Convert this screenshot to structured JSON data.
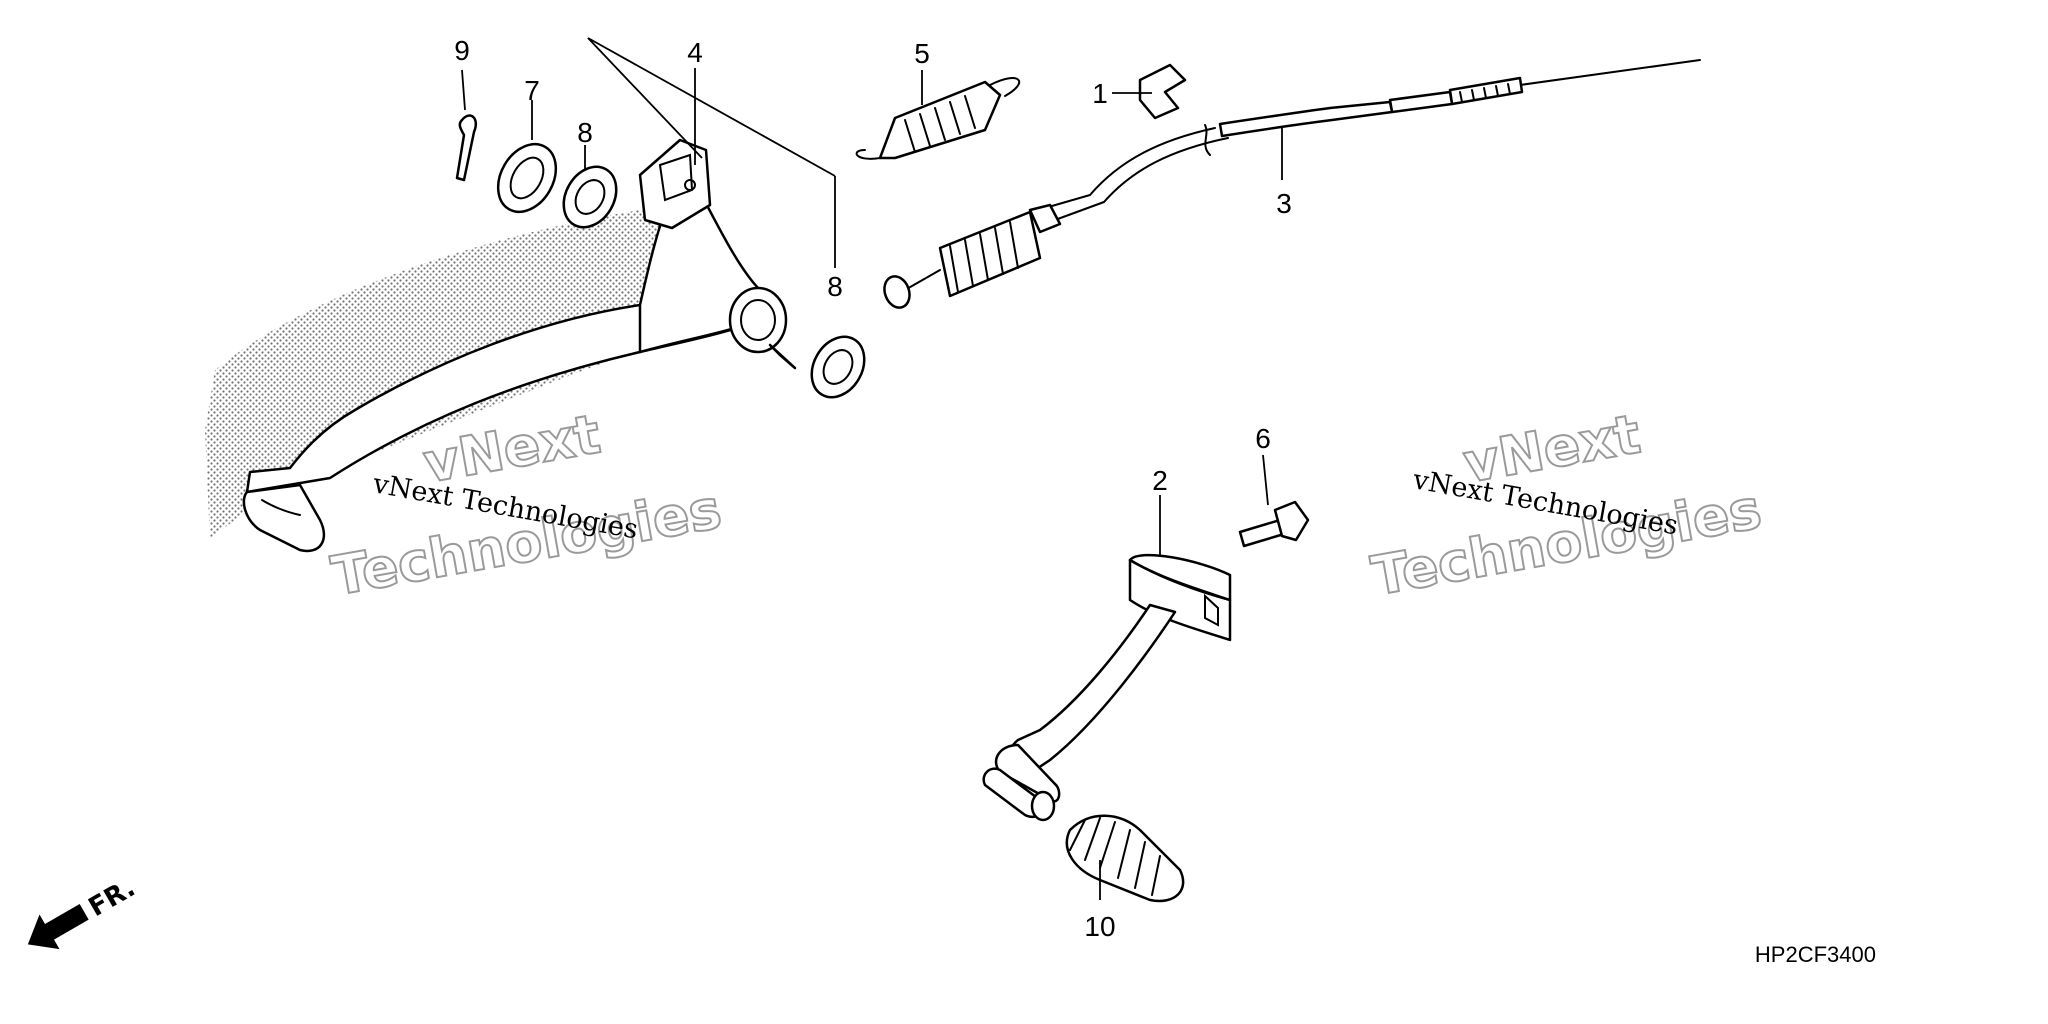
{
  "diagram": {
    "drawing_code": "HP2CF3400",
    "direction_label": "FR.",
    "watermark": {
      "line1": "vNext",
      "line2": "Technologies",
      "caption": "vNext Technologies"
    },
    "callouts": [
      {
        "id": "c1",
        "label": "1"
      },
      {
        "id": "c2",
        "label": "2"
      },
      {
        "id": "c3",
        "label": "3"
      },
      {
        "id": "c4",
        "label": "4"
      },
      {
        "id": "c5",
        "label": "5"
      },
      {
        "id": "c6",
        "label": "6"
      },
      {
        "id": "c7",
        "label": "7"
      },
      {
        "id": "c8a",
        "label": "8"
      },
      {
        "id": "c8b",
        "label": "8"
      },
      {
        "id": "c9",
        "label": "9"
      },
      {
        "id": "c10",
        "label": "10"
      }
    ]
  }
}
